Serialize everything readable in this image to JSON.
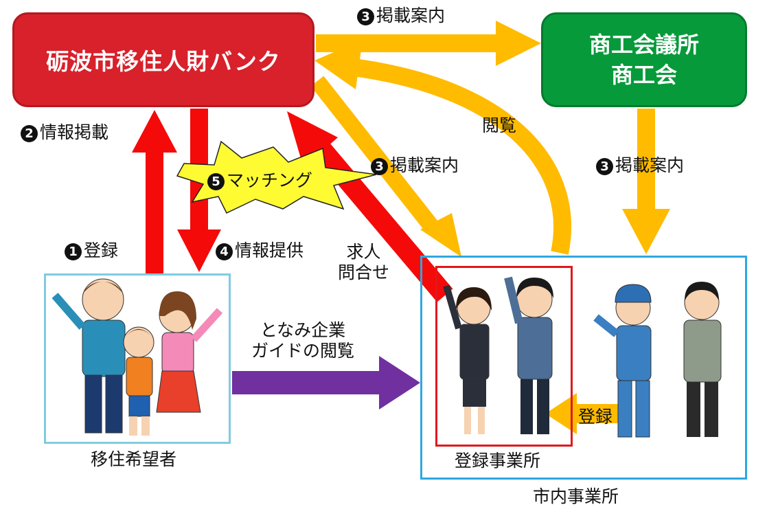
{
  "bank": {
    "title": "砺波市移住人財バンク"
  },
  "chamber": {
    "line1": "商工会議所",
    "line2": "商工会"
  },
  "labels": {
    "step1": {
      "num": "1",
      "text": "登録"
    },
    "step2": {
      "num": "2",
      "text": "情報掲載"
    },
    "step3_top": {
      "num": "3",
      "text": "掲載案内"
    },
    "step3_mid": {
      "num": "3",
      "text": "掲載案内"
    },
    "step3_right": {
      "num": "3",
      "text": "掲載案内"
    },
    "step4": {
      "num": "4",
      "text": "情報提供"
    },
    "step5": {
      "num": "5",
      "text": "マッチング"
    },
    "browse": "閲覧",
    "inquiry_line1": "求人",
    "inquiry_line2": "問合せ",
    "guide_line1": "となみ企業",
    "guide_line2": "ガイドの閲覧",
    "register": "登録"
  },
  "captions": {
    "applicants": "移住希望者",
    "registered": "登録事業所",
    "city_businesses": "市内事業所"
  },
  "colors": {
    "bank": "#d8212b",
    "chamber": "#079a3a",
    "red_arrow": "#f50a0a",
    "orange_arrow": "#ffbb00",
    "purple_arrow": "#7030a0",
    "burst": "#fffb33"
  }
}
